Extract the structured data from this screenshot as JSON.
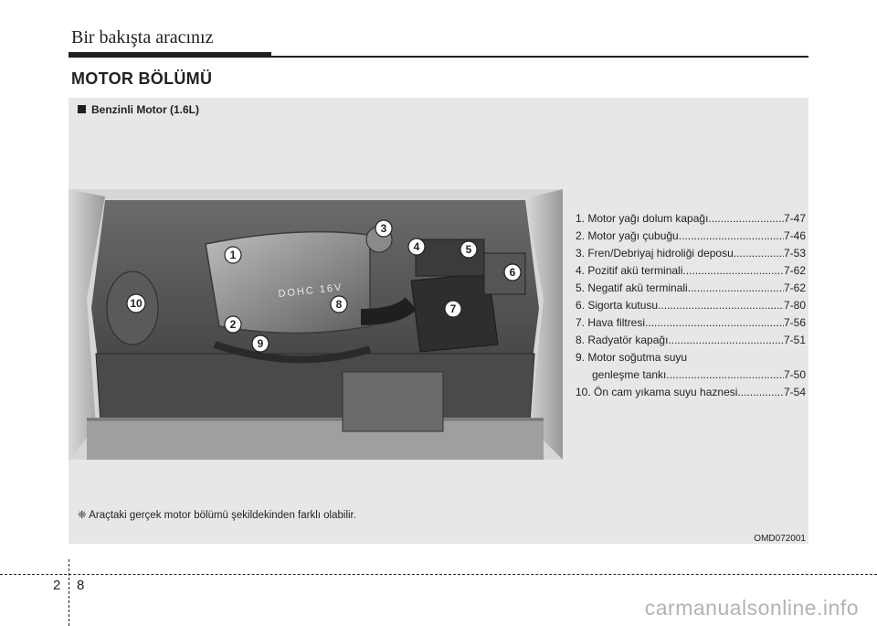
{
  "header": {
    "title": "Bir bakışta aracınız"
  },
  "section_title": "MOTOR BÖLÜMÜ",
  "subheading": "Benzinli Motor (1.6L)",
  "engine_cover_text": "DOHC 16V",
  "callouts": [
    "1",
    "2",
    "3",
    "4",
    "5",
    "6",
    "7",
    "8",
    "9",
    "10"
  ],
  "legend": [
    {
      "label": "1. Motor yağı dolum kapağı",
      "page": "7-47"
    },
    {
      "label": "2. Motor yağı çubuğu",
      "page": "7-46"
    },
    {
      "label": "3. Fren/Debriyaj hidroliği deposu",
      "page": "7-53"
    },
    {
      "label": "4. Pozitif akü terminali",
      "page": "7-62"
    },
    {
      "label": "5. Negatif akü terminali",
      "page": "7-62"
    },
    {
      "label": "6. Sigorta kutusu",
      "page": "7-80"
    },
    {
      "label": "7. Hava filtresi",
      "page": "7-56"
    },
    {
      "label": "8. Radyatör kapağı",
      "page": "7-51"
    },
    {
      "label": "9. Motor soğutma suyu",
      "page": ""
    },
    {
      "label": "genleşme tankı",
      "page": "7-50"
    },
    {
      "label": "10. Ön cam yıkama suyu haznesi",
      "page": "7-54"
    }
  ],
  "note": "❈ Araçtaki gerçek motor bölümü şekildekinden farklı olabilir.",
  "image_code": "OMD072001",
  "page_number": {
    "chapter": "2",
    "page": "8"
  },
  "watermark": "carmanualsonline.info"
}
